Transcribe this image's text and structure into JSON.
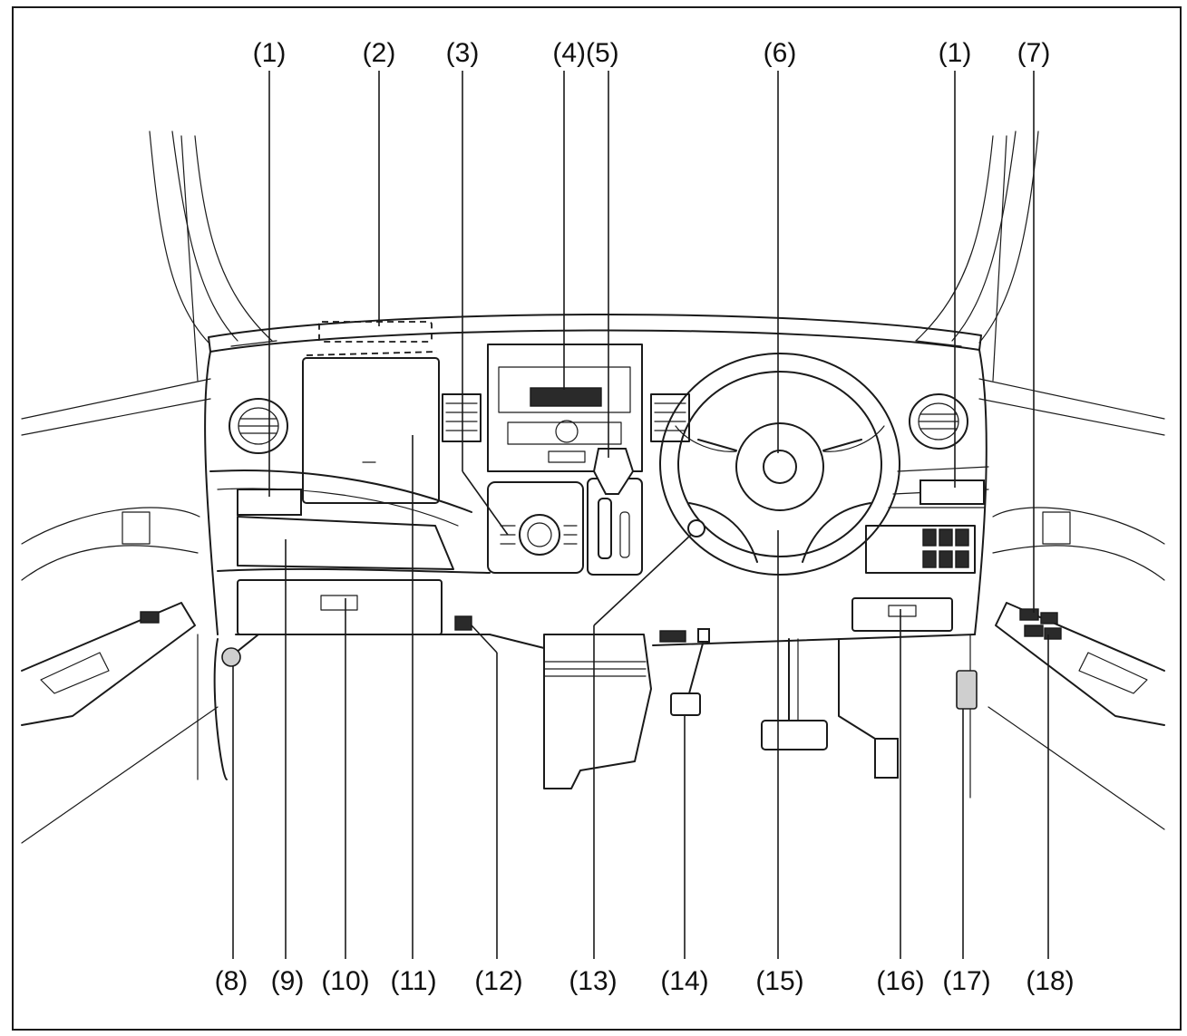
{
  "callouts": {
    "top": [
      "(1)",
      "(2)",
      "(3)",
      "(4)(5)",
      "(6)",
      "(1)",
      "(7)"
    ],
    "bottom": [
      "(8)",
      "(9)",
      "(10)",
      "(11)",
      "(12)",
      "(13)",
      "(14)",
      "(15)",
      "(16)",
      "(17)",
      "(18)"
    ]
  }
}
